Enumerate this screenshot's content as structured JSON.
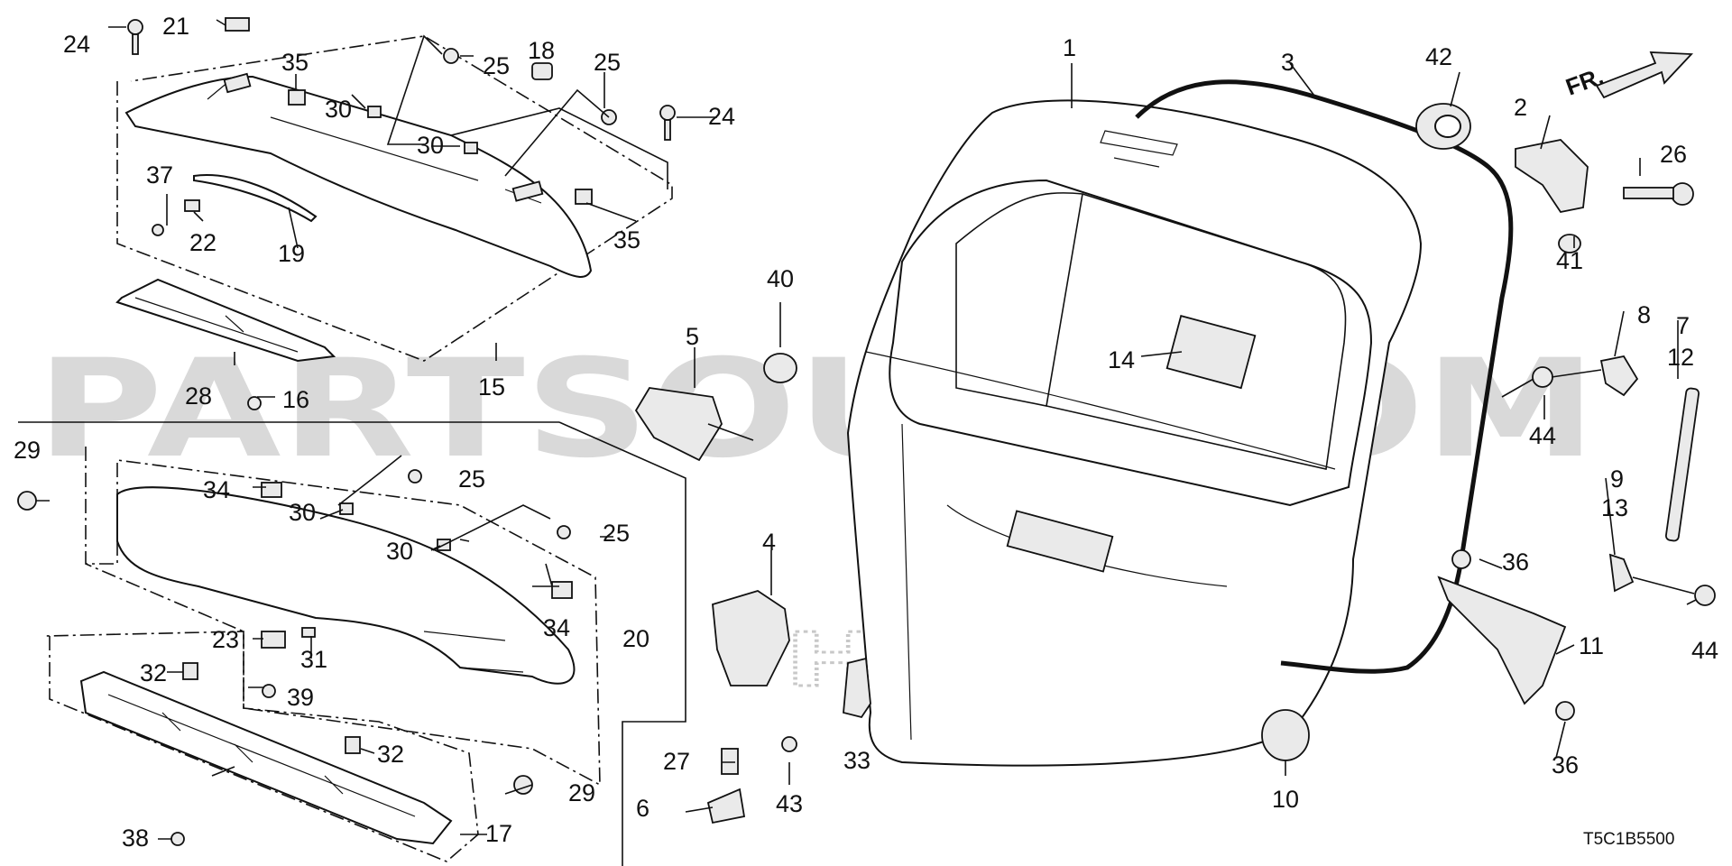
{
  "watermark": {
    "site": "PARTSOUQ.COM",
    "brand": "HONDA"
  },
  "direction_label": "FR.",
  "diagram_code": "T5C1B5500",
  "callouts": {
    "c1": "1",
    "c2": "2",
    "c3": "3",
    "c4": "4",
    "c5": "5",
    "c6": "6",
    "c7": "7",
    "c8": "8",
    "c9": "9",
    "c10": "10",
    "c11": "11",
    "c12": "12",
    "c13": "13",
    "c14": "14",
    "c15": "15",
    "c16": "16",
    "c17": "17",
    "c18": "18",
    "c19": "19",
    "c20": "20",
    "c21": "21",
    "c22": "22",
    "c23": "23",
    "c24a": "24",
    "c24b": "24",
    "c25a": "25",
    "c25b": "25",
    "c25c": "25",
    "c25d": "25",
    "c26": "26",
    "c27": "27",
    "c28": "28",
    "c29a": "29",
    "c29b": "29",
    "c30a": "30",
    "c30b": "30",
    "c30c": "30",
    "c30d": "30",
    "c31": "31",
    "c32a": "32",
    "c32b": "32",
    "c33": "33",
    "c34a": "34",
    "c34b": "34",
    "c35a": "35",
    "c35b": "35",
    "c36a": "36",
    "c36b": "36",
    "c37": "37",
    "c38": "38",
    "c39": "39",
    "c40": "40",
    "c41": "41",
    "c42": "42",
    "c43": "43",
    "c44a": "44",
    "c44b": "44"
  }
}
